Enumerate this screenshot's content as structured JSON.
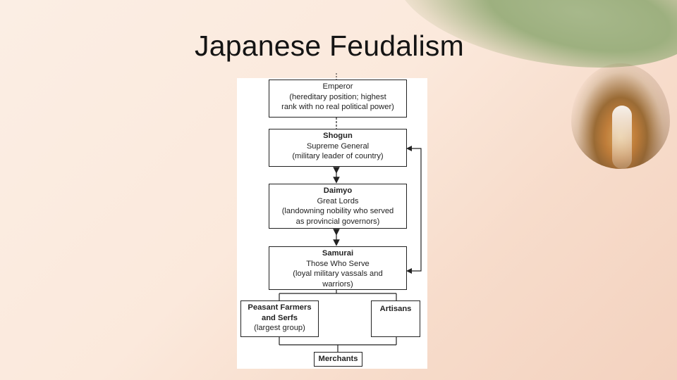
{
  "slide": {
    "title": "Japanese Feudalism"
  },
  "diagram": {
    "emperor": {
      "name": "Emperor",
      "desc": [
        "(hereditary position; highest",
        "rank with no real political power)"
      ]
    },
    "shogun": {
      "name": "Shogun",
      "subtitle": "Supreme General",
      "desc": [
        "(military leader of country)"
      ]
    },
    "daimyo": {
      "name": "Daimyo",
      "subtitle": "Great Lords",
      "desc": [
        "(landowning nobility who served",
        "as provincial governors)"
      ]
    },
    "samurai": {
      "name": "Samurai",
      "subtitle": "Those Who Serve",
      "desc": [
        "(loyal military vassals and",
        "warriors)"
      ]
    },
    "peasants": {
      "name": [
        "Peasant Farmers",
        "and Serfs"
      ],
      "desc": [
        "(largest group)"
      ]
    },
    "artisans": {
      "name": "Artisans"
    },
    "merchants": {
      "name": "Merchants"
    }
  },
  "colors": {
    "line": "#222222",
    "panel": "#ffffff",
    "title": "#141414"
  }
}
